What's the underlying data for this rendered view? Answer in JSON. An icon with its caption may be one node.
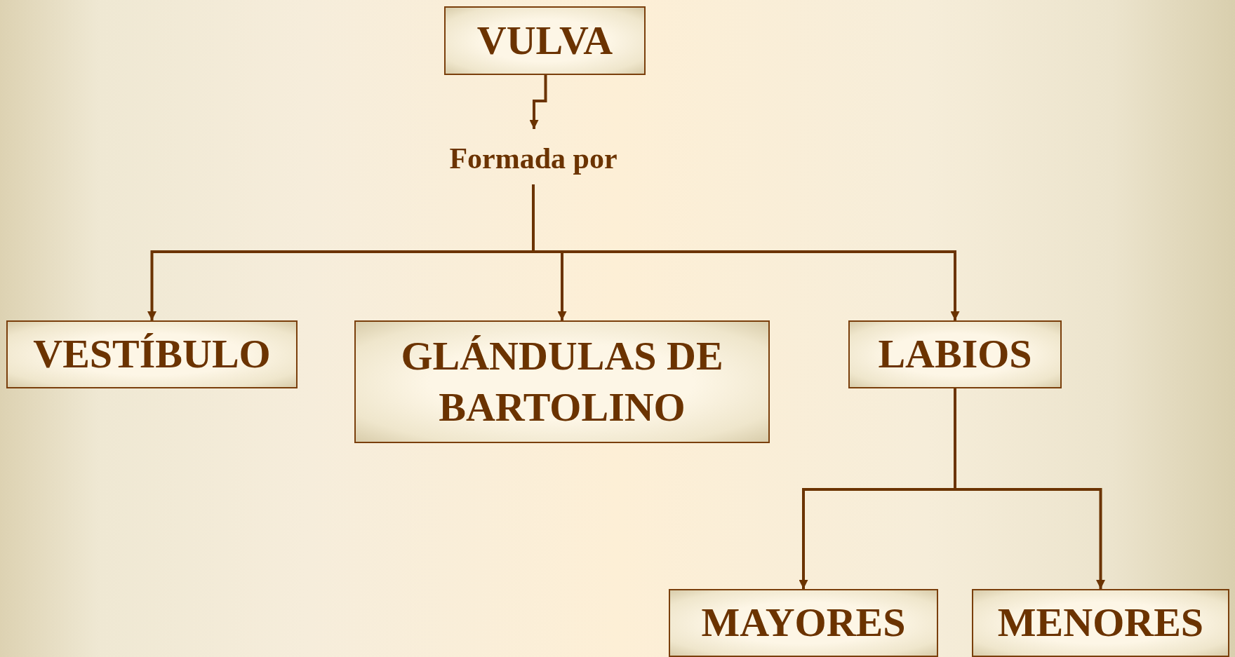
{
  "diagram": {
    "nodes": [
      {
        "text": [
          "VULVA"
        ]
      },
      {
        "text": [
          "Formada por"
        ]
      },
      {
        "text": [
          "VESTÍBULO"
        ]
      },
      {
        "text": [
          "GLÁNDULAS DE BARTOLINO"
        ]
      },
      {
        "text": [
          "LABIOS"
        ]
      },
      {
        "text": [
          "MAYORES"
        ]
      },
      {
        "text": [
          "MENORES"
        ]
      }
    ],
    "edges": [
      {
        "from": 0,
        "to": 1,
        "arrow": "to"
      },
      {
        "from": 1,
        "to": 2,
        "arrow": "to"
      },
      {
        "from": 1,
        "to": 3,
        "arrow": "to"
      },
      {
        "from": 1,
        "to": 4,
        "arrow": "to"
      },
      {
        "from": 4,
        "to": 5,
        "arrow": "to"
      },
      {
        "from": 4,
        "to": 6,
        "arrow": "to"
      }
    ]
  }
}
